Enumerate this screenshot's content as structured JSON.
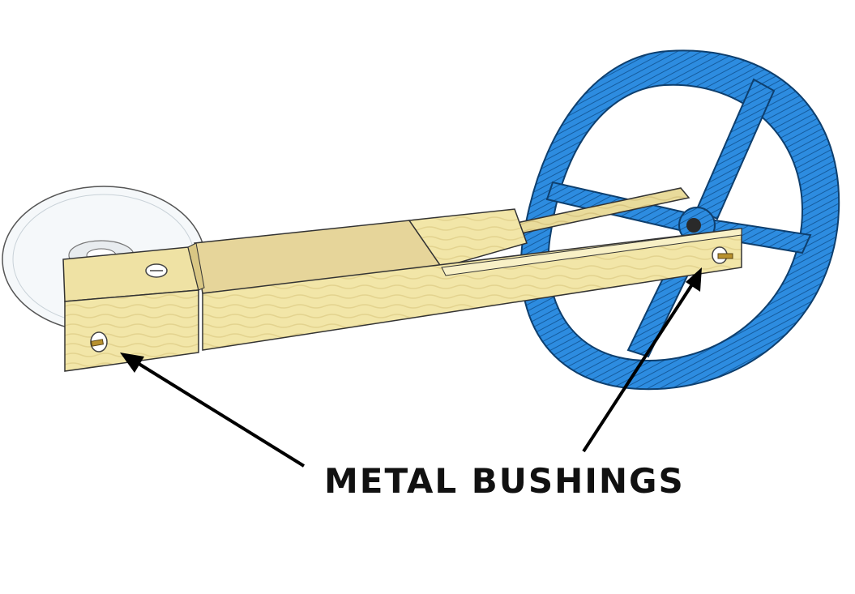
{
  "callout": {
    "label": "METAL BUSHINGS"
  },
  "colors": {
    "wood": "#F2E6A8",
    "wood_shadow": "#E4D48E",
    "wood_dark": "#C8B774",
    "wheel_blue": "#2D8CE0",
    "wheel_stripe": "#155C9E",
    "disc": "#F4F7F9",
    "arrow": "#000000",
    "brass": "#B8912E"
  },
  "icons": [
    "clear-disc-wheel",
    "blue-spoked-wheel",
    "wooden-chassis",
    "metal-bushing",
    "arrow"
  ]
}
